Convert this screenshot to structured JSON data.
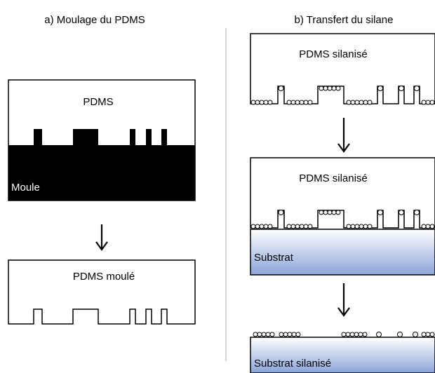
{
  "panel_a": {
    "title": "a) Moulage du PDMS",
    "pdms_label": "PDMS",
    "mold_label": "Moule",
    "molded_label": "PDMS moulé"
  },
  "panel_b": {
    "title": "b) Transfert du silane",
    "silanized_label_1": "PDMS silanisé",
    "silanized_label_2": "PDMS silanisé",
    "substrate_label": "Substrat",
    "silanized_substrate_label": "Substrat silanisé"
  },
  "colors": {
    "mold": "#000000",
    "substrate_top": "#ffffff",
    "substrate_bottom": "#8aa4d8",
    "divider": "#c8c8c8"
  }
}
